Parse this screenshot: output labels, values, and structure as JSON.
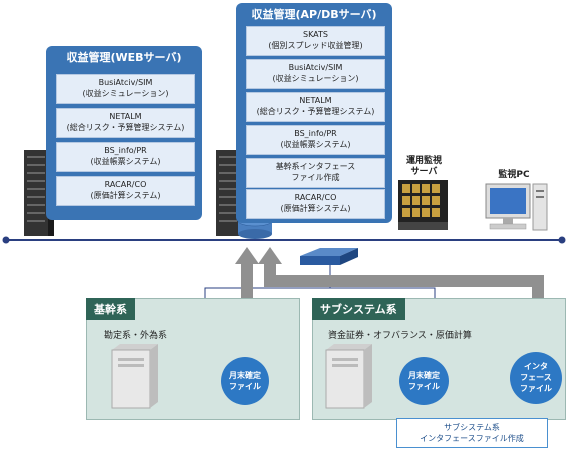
{
  "web_server": {
    "title": "収益管理(WEBサーバ)",
    "items": [
      {
        "line1": "BusiAtciv/SIM",
        "line2": "(収益シミュレーション)"
      },
      {
        "line1": "NETALM",
        "line2": "(総合リスク・予算管理システム)"
      },
      {
        "line1": "BS_info/PR",
        "line2": "(収益帳票システム)"
      },
      {
        "line1": "RACAR/CO",
        "line2": "(原価計算システム)"
      }
    ]
  },
  "ap_db_server": {
    "title": "収益管理(AP/DBサーバ)",
    "items": [
      {
        "line1": "SKATS",
        "line2": "(個別スプレッド収益管理)"
      },
      {
        "line1": "BusiAtciv/SIM",
        "line2": "(収益シミュレーション)"
      },
      {
        "line1": "NETALM",
        "line2": "(総合リスク・予算管理システム)"
      },
      {
        "line1": "BS_info/PR",
        "line2": "(収益帳票システム)"
      },
      {
        "line1": "基幹系インタフェース",
        "line2": "ファイル作成"
      },
      {
        "line1": "RACAR/CO",
        "line2": "(原価計算システム)"
      }
    ]
  },
  "ops_server": {
    "line1": "運用監視",
    "line2": "サーバ"
  },
  "monitor_pc": {
    "label": "監視PC"
  },
  "core_zone": {
    "title": "基幹系",
    "subtitle": "勘定系・外為系",
    "bubble": {
      "line1": "月末確定",
      "line2": "ファイル"
    }
  },
  "subsystem_zone": {
    "title": "サブシステム系",
    "subtitle": "資金証券・オフバランス・原価計算",
    "bubble1": {
      "line1": "月末確定",
      "line2": "ファイル"
    },
    "bubble2": {
      "line1": "インタ",
      "line2": "フェース",
      "line3": "ファイル"
    }
  },
  "callout": {
    "line1": "サブシステム系",
    "line2": "インタフェースファイル作成"
  },
  "colors": {
    "panel_blue": "#3a74b4",
    "item_bg": "#e4edf8",
    "zone_bg": "#d4e4e0",
    "zone_title": "#2f6457",
    "arrow_gray": "#909090",
    "bubble_blue": "#2d78c4"
  }
}
